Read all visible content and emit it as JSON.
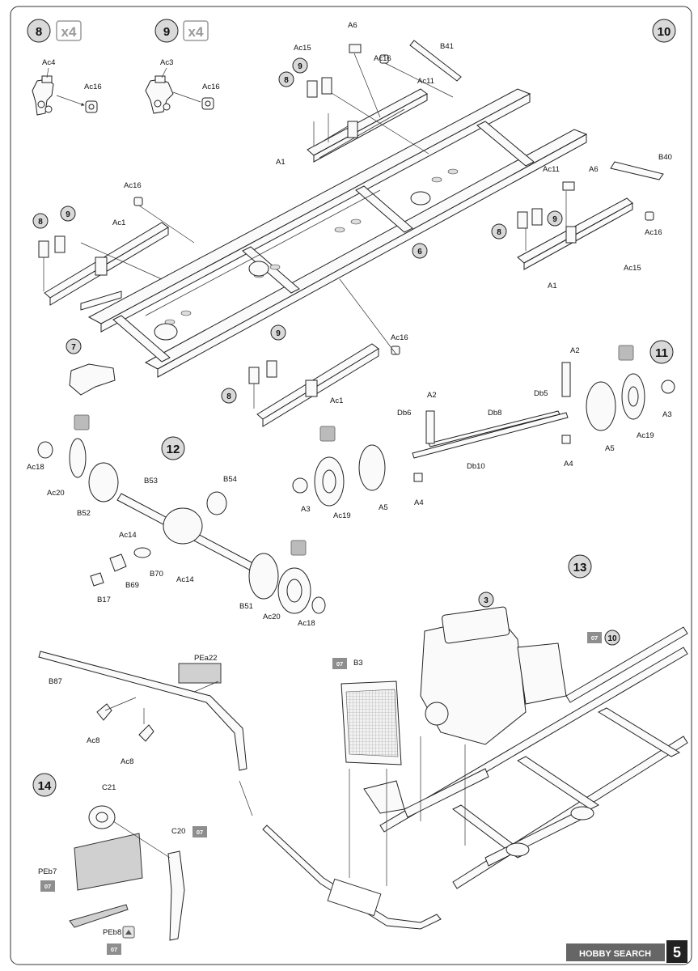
{
  "page": {
    "steps": {
      "s8": "8",
      "s8_mult": "x4",
      "s9": "9",
      "s9_mult": "x4",
      "s10": "10",
      "s11": "11",
      "s12": "12",
      "s13": "13",
      "s14": "14"
    },
    "callouts": {
      "c9a": "9",
      "c8a": "8",
      "c8b": "8",
      "c9b": "9",
      "c6": "6",
      "c7": "7",
      "c8c": "8",
      "c9c": "9",
      "c8d": "8",
      "c9d": "9",
      "c3": "3",
      "c10": "10"
    },
    "paint_codes": {
      "p1": "07",
      "p2": "07",
      "p3": "07",
      "p4": "07",
      "p5": "07"
    },
    "labels": {
      "Ac4": "Ac4",
      "Ac16_s8": "Ac16",
      "Ac3": "Ac3",
      "Ac16_s9": "Ac16",
      "A6_top": "A6",
      "Ac15_top": "Ac15",
      "Ac16_top": "Ac16",
      "B41": "B41",
      "Ac11_top": "Ac11",
      "A1_top": "A1",
      "B40": "B40",
      "Ac11_r": "Ac11",
      "A6_r": "A6",
      "Ac16_r": "Ac16",
      "Ac15_r": "Ac15",
      "A1_r": "A1",
      "Ac16_l": "Ac16",
      "Ac1_l": "Ac1",
      "Ac16_b": "Ac16",
      "Ac1_b": "Ac1",
      "A2_r": "A2",
      "Db5": "Db5",
      "A3_r": "A3",
      "Ac19_r": "Ac19",
      "A5_r": "A5",
      "A4_r": "A4",
      "A2_m": "A2",
      "Db6": "Db6",
      "Db8": "Db8",
      "Db10": "Db10",
      "A3_m": "A3",
      "Ac19_m": "Ac19",
      "A5_m": "A5",
      "A4_m": "A4",
      "Ac18_l": "Ac18",
      "Ac20_l": "Ac20",
      "B52": "B52",
      "B53": "B53",
      "B54": "B54",
      "Ac14_a": "Ac14",
      "B70": "B70",
      "Ac14_b": "Ac14",
      "B69": "B69",
      "B17": "B17",
      "B51": "B51",
      "Ac20_r": "Ac20",
      "Ac18_r": "Ac18",
      "PEa22": "PEa22",
      "B87": "B87",
      "Ac8_a": "Ac8",
      "Ac8_b": "Ac8",
      "B3": "B3",
      "C21": "C21",
      "C20": "C20",
      "PEb7": "PEb7",
      "PEb8": "PEb8"
    },
    "watermark": "HOBBY SEARCH",
    "page_number": "5"
  }
}
